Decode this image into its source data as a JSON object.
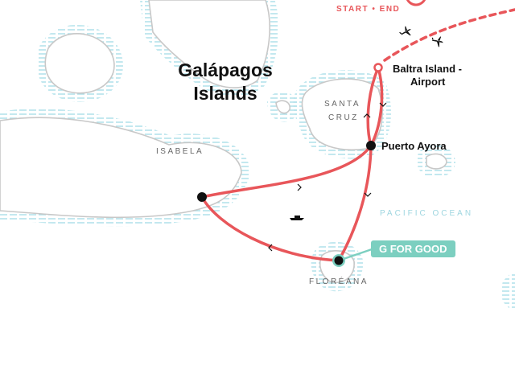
{
  "title": {
    "line1": "Galápagos",
    "line2": "Islands"
  },
  "start_end": "START • END",
  "islands": {
    "santa_cruz_1": "SANTA",
    "santa_cruz_2": "CRUZ",
    "isabela": "ISABELA",
    "floreana": "FLORÉANA"
  },
  "ocean": "PACIFIC OCEAN",
  "stops": {
    "baltra_1": "Baltra Island -",
    "baltra_2": "Airport",
    "puerto_ayora": "Puerto Ayora"
  },
  "badge": "G FOR GOOD",
  "colors": {
    "route": "#e8565a",
    "land_outline": "#c8c8c8",
    "water_hatch": "#a9dfe8",
    "badge": "#7ccfc0"
  }
}
